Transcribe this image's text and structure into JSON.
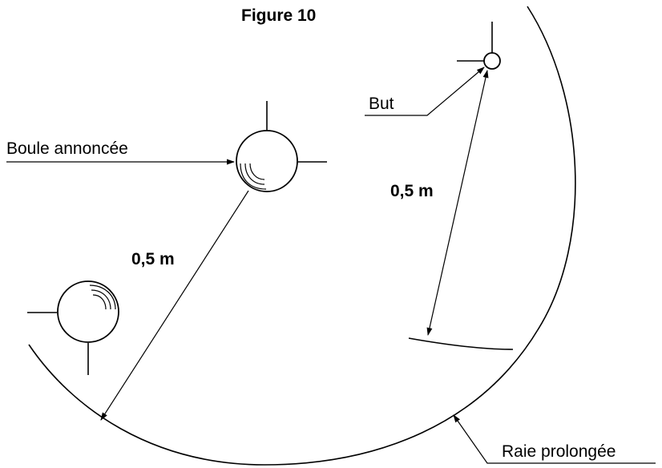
{
  "figure": {
    "title": "Figure 10",
    "labels": {
      "announced_ball": "Boule annoncée",
      "jack": "But",
      "distance_left": "0,5 m",
      "distance_right": "0,5 m",
      "extended_line": "Raie prolongée"
    },
    "colors": {
      "ink": "#000000",
      "background": "#ffffff"
    }
  }
}
